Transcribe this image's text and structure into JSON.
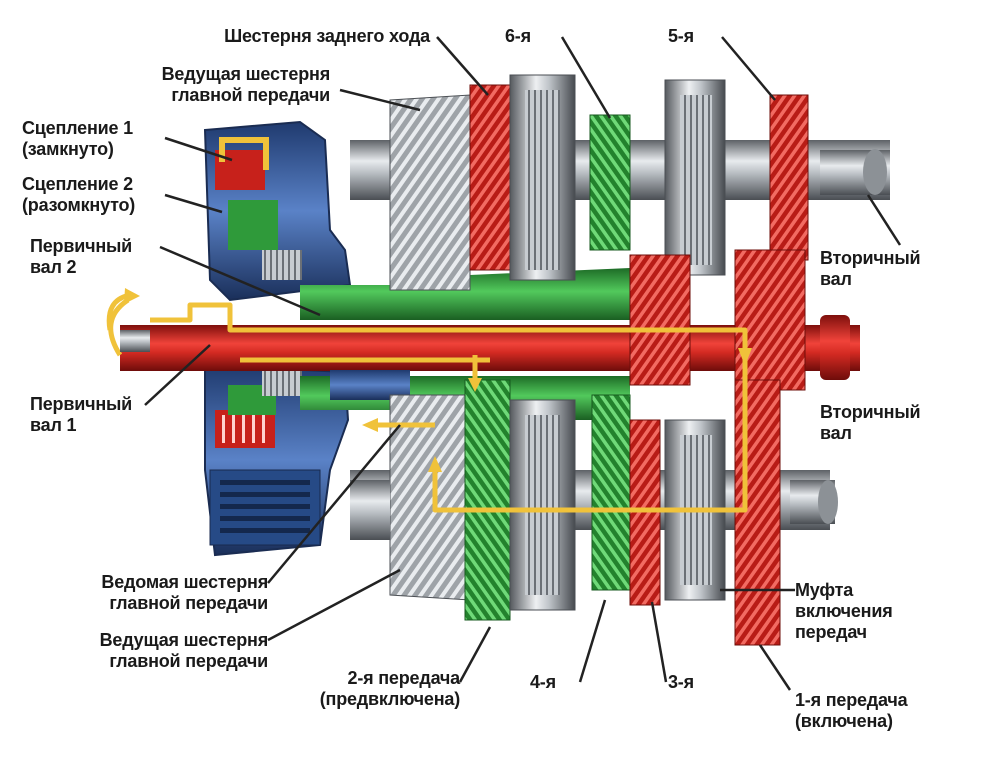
{
  "colors": {
    "clutch_blue": "#2e4f8c",
    "green": "#2f9a3a",
    "red": "#d9231f",
    "gold_arrow": "#f0c23a",
    "steel": "#9aa0a6"
  },
  "labels": {
    "reverse_gear": "Шестерня заднего хода",
    "sixth": "6-я",
    "fifth": "5-я",
    "main_drive_top_1": "Ведущая шестерня",
    "main_drive_top_2": "главной передачи",
    "clutch1_1": "Сцепление 1",
    "clutch1_2": "(замкнуто)",
    "clutch2_1": "Сцепление 2",
    "clutch2_2": "(разомкнуто)",
    "primary2_1": "Первичный",
    "primary2_2": "вал 2",
    "primary1_1": "Первичный",
    "primary1_2": "вал 1",
    "secondary_top_1": "Вторичный",
    "secondary_top_2": "вал",
    "secondary_bot_1": "Вторичный",
    "secondary_bot_2": "вал",
    "driven_main_1": "Ведомая шестерня",
    "driven_main_2": "главной передачи",
    "drive_main_bot_1": "Ведущая шестерня",
    "drive_main_bot_2": "главной передачи",
    "second_gear_1": "2-я передача",
    "second_gear_2": "(предвключена)",
    "fourth": "4-я",
    "third": "3-я",
    "coupling_1": "Муфта",
    "coupling_2": "включения",
    "coupling_3": "передач",
    "first_gear_1": "1-я передача",
    "first_gear_2": "(включена)"
  }
}
